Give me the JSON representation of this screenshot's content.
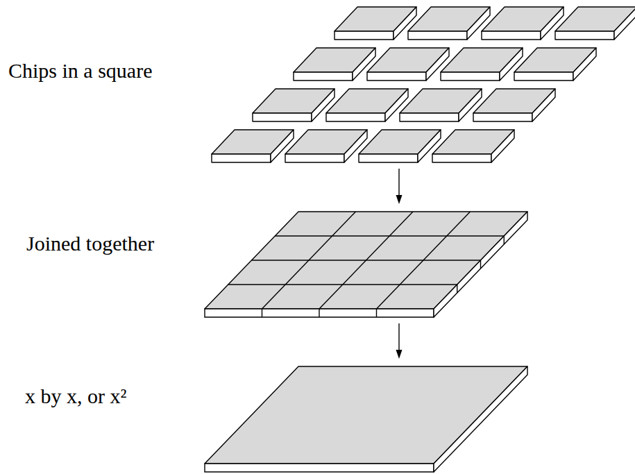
{
  "diagram": {
    "labels": [
      "Chips in a square",
      "Joined together",
      "x by x, or x²"
    ]
  }
}
